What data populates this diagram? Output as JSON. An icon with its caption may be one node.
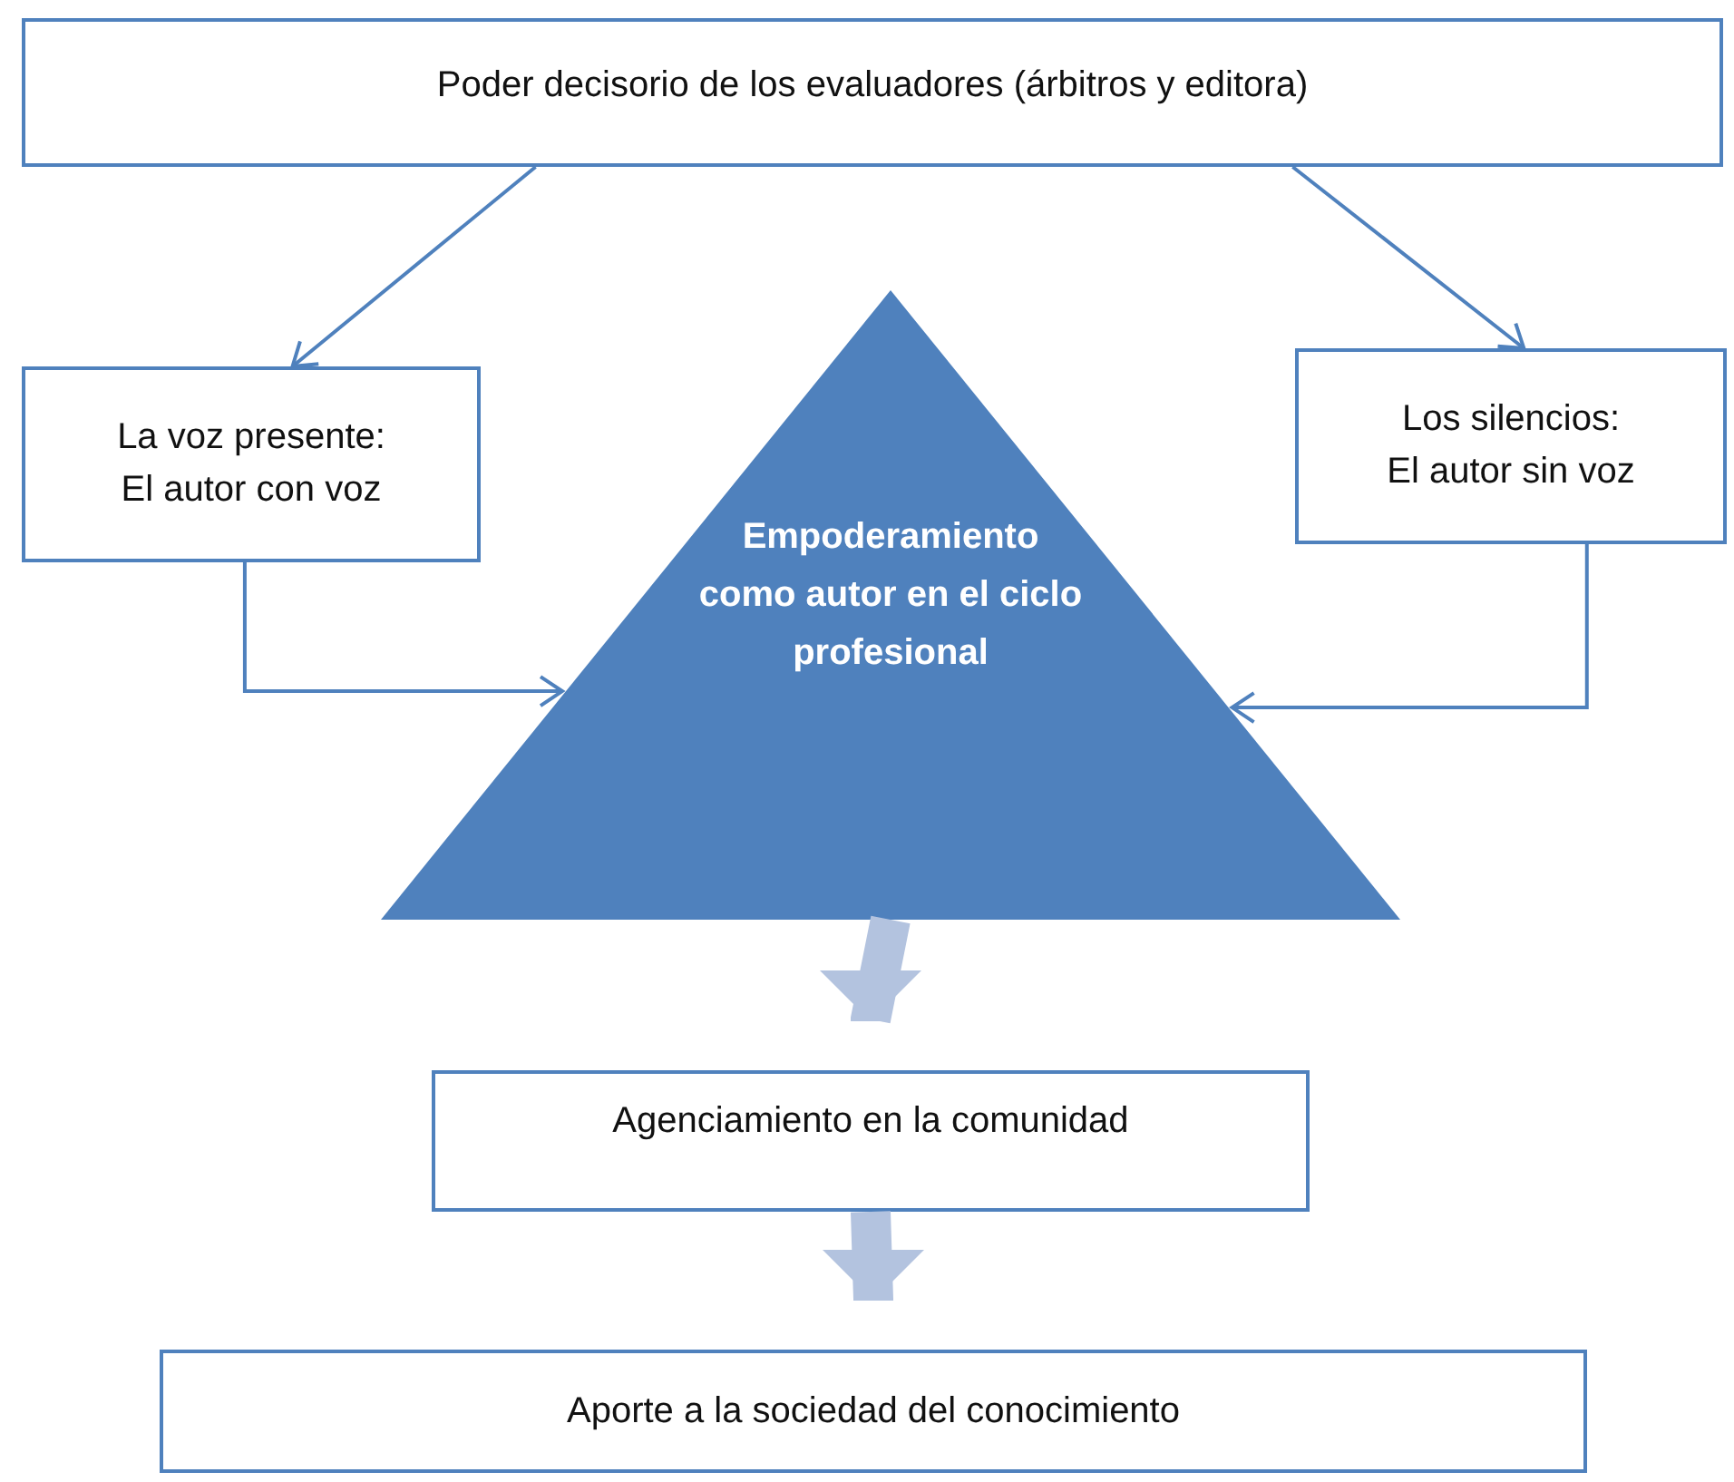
{
  "diagram": {
    "nodes": [
      {
        "text": [
          "Poder decisorio de los evaluadores (árbitros y editora)"
        ]
      },
      {
        "text": [
          "La voz presente: El autor con voz"
        ]
      },
      {
        "text": [
          "Los silencios: El autor sin voz"
        ]
      },
      {
        "text": [
          "Empoderamiento como autor en el ciclo profesional"
        ]
      },
      {
        "text": [
          "Agenciamiento en la comunidad"
        ]
      },
      {
        "text": [
          "Aporte a la sociedad del conocimiento"
        ]
      }
    ],
    "edges": [
      {
        "from": 0,
        "to": 1,
        "arrow": "to"
      },
      {
        "from": 0,
        "to": 2,
        "arrow": "to"
      },
      {
        "from": 1,
        "to": 3,
        "arrow": "to"
      },
      {
        "from": 2,
        "to": 3,
        "arrow": "to"
      },
      {
        "from": 3,
        "to": 4,
        "arrow": "to",
        "style": "thick",
        "color": "#b3c3df"
      },
      {
        "from": 4,
        "to": 5,
        "arrow": "to",
        "style": "thick",
        "color": "#b3c3df"
      }
    ]
  }
}
